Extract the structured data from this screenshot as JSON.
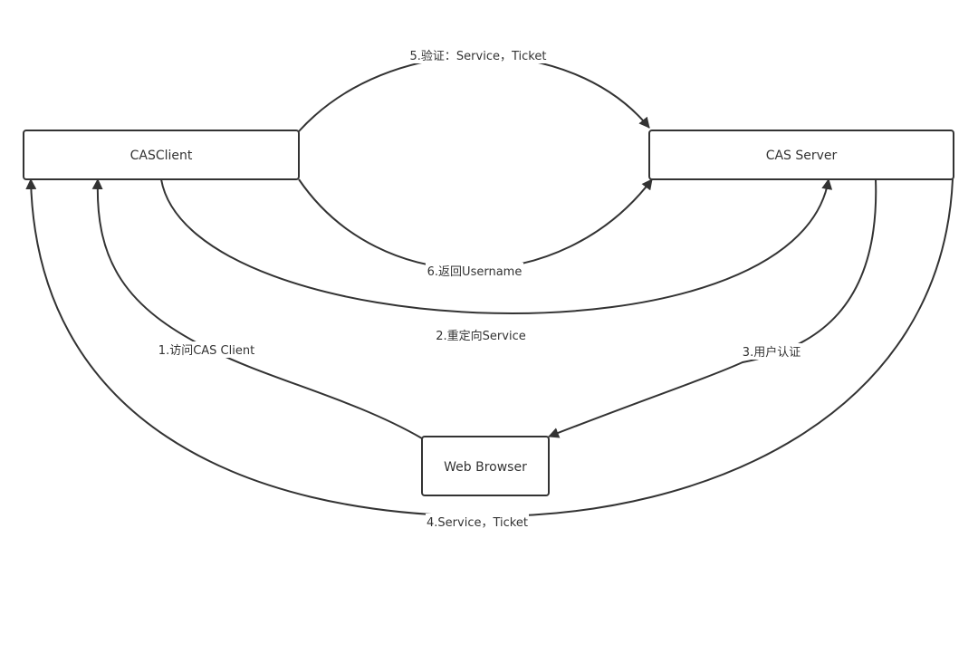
{
  "nodes": {
    "cas_client": {
      "label": "CASClient"
    },
    "cas_server": {
      "label": "CAS Server"
    },
    "web_browser": {
      "label": "Web Browser"
    }
  },
  "edges": {
    "step1": {
      "label": "1.访问CAS Client"
    },
    "step2": {
      "label": "2.重定向Service"
    },
    "step3": {
      "label": "3.用户认证"
    },
    "step4": {
      "label": "4.Service，Ticket"
    },
    "step5": {
      "label": "5.验证：Service，Ticket"
    },
    "step6": {
      "label": "6.返回Username"
    }
  },
  "colors": {
    "stroke": "#333333",
    "background": "#ffffff"
  }
}
